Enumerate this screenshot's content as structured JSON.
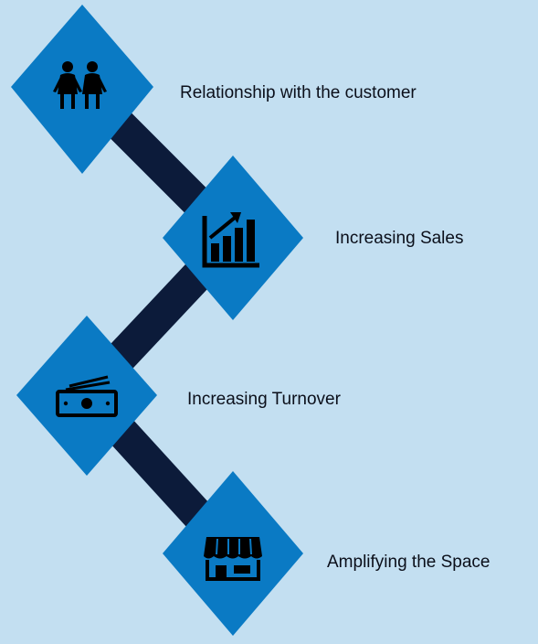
{
  "colors": {
    "background": "#c3dff1",
    "diamond": "#0a7ac4",
    "connector": "#0c1b3a",
    "icon": "#000000",
    "label_text": "#0b0f1a"
  },
  "steps": [
    {
      "label": "Relationship with the customer",
      "icon": "couple-icon"
    },
    {
      "label": "Increasing Sales",
      "icon": "growth-chart-icon"
    },
    {
      "label": "Increasing Turnover",
      "icon": "cash-icon"
    },
    {
      "label": "Amplifying the Space",
      "icon": "storefront-icon"
    }
  ]
}
